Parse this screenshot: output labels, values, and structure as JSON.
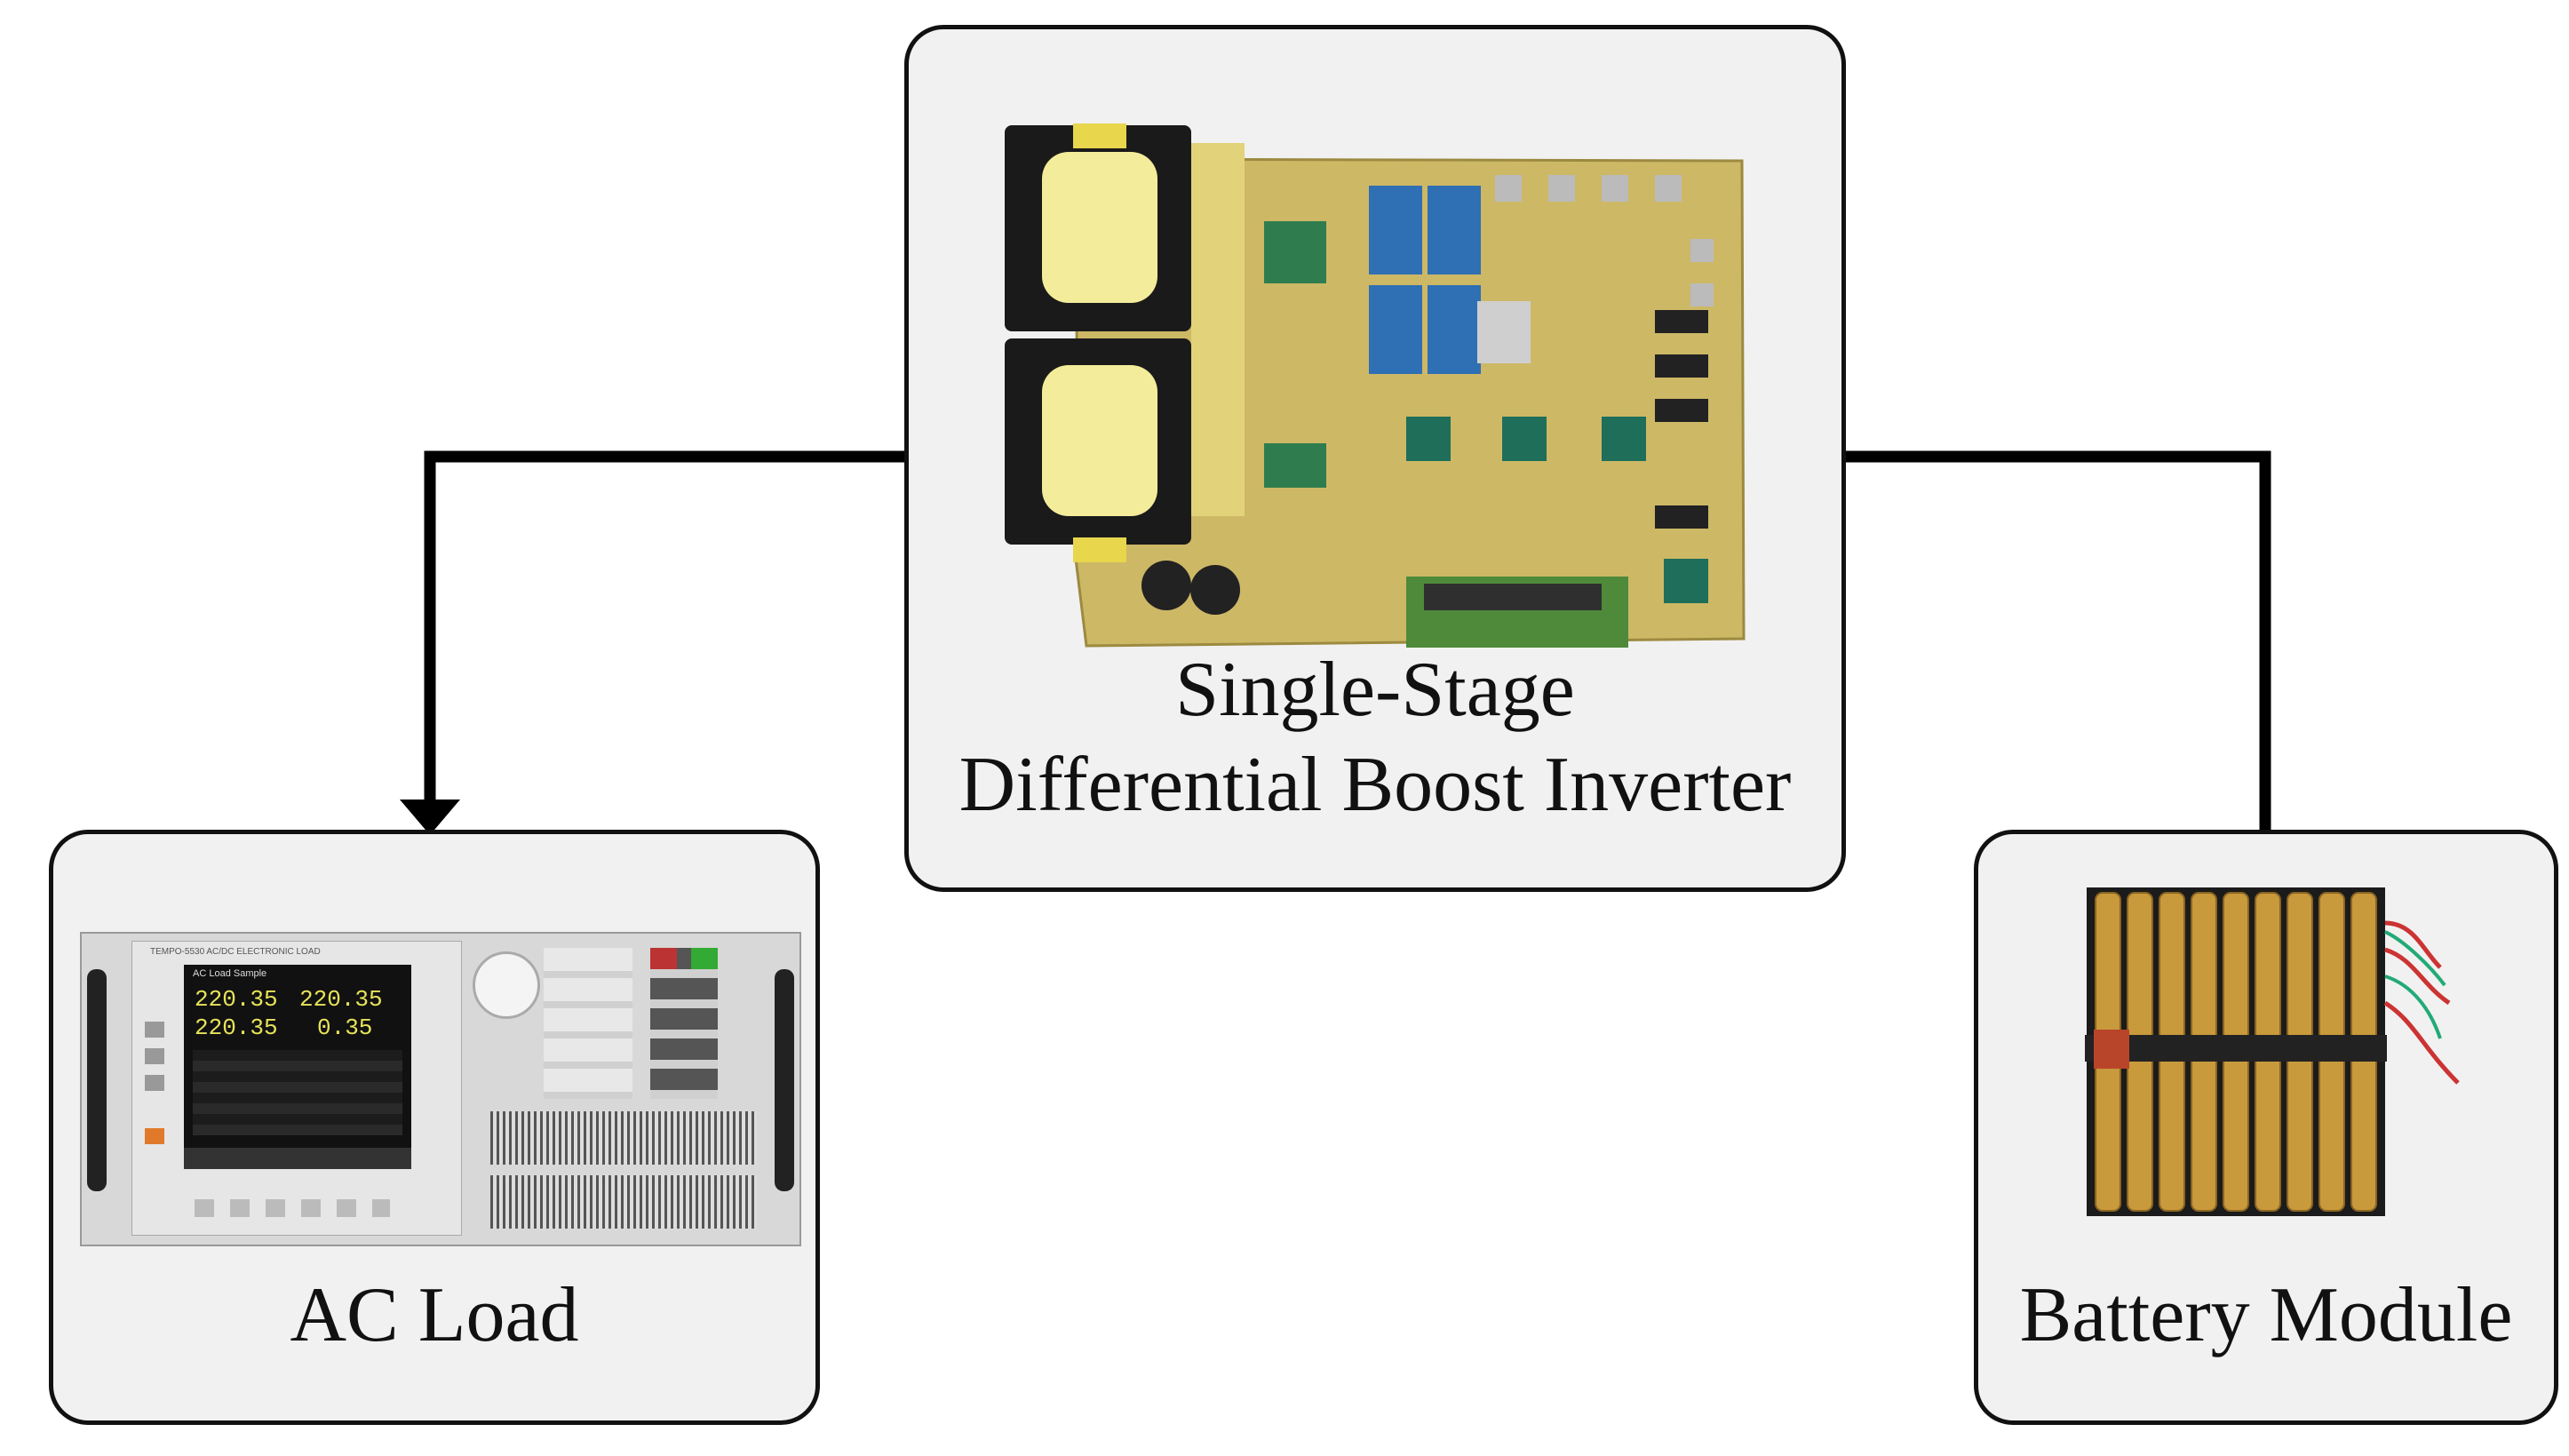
{
  "nodes": {
    "inverter": {
      "line1": "Single-Stage",
      "line2": "Differential Boost Inverter"
    },
    "ac_load": {
      "label": "AC Load"
    },
    "battery": {
      "label": "Battery Module"
    }
  },
  "ac_load_screen": {
    "header": "TEMPO-5530 AC/DC ELECTRONIC LOAD",
    "title": "AC Load Sample",
    "values": [
      "220.35",
      "220.35",
      "220.35",
      "0.35"
    ]
  },
  "colors": {
    "line": "#000000",
    "box_fill": "#f1f1f1",
    "pcb": "#c9b560",
    "battery_cell": "#c89a3c"
  },
  "edges": [
    {
      "from": "inverter",
      "to": "ac_load",
      "arrow": true
    },
    {
      "from": "inverter",
      "to": "battery",
      "arrow": false
    }
  ]
}
